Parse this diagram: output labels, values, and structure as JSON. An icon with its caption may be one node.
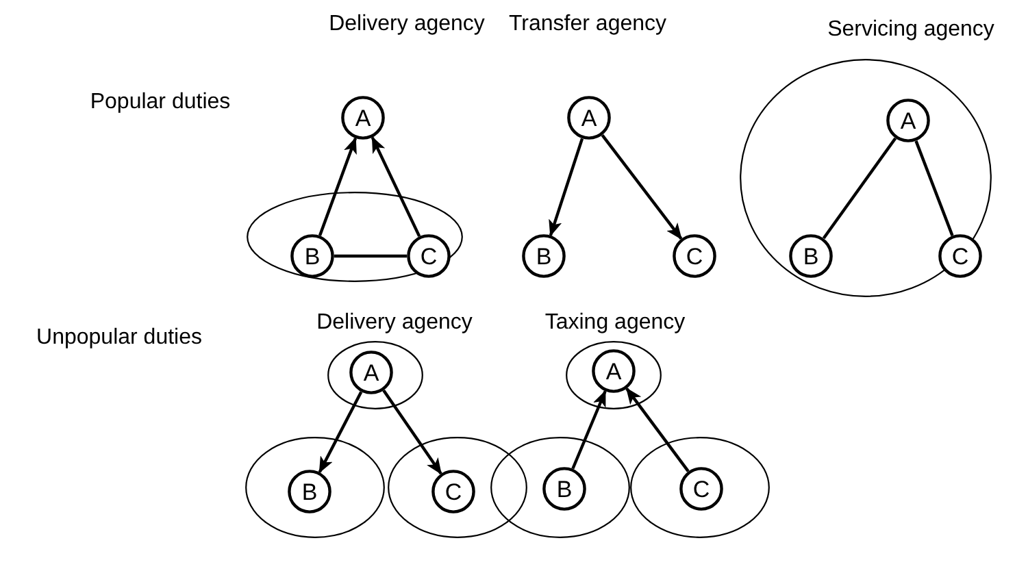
{
  "diagram": {
    "nodes": [
      {
        "text": [
          "A"
        ]
      },
      {
        "text": [],
        "shape": "ellipse"
      },
      {
        "text": [
          "B"
        ],
        "in": 1
      },
      {
        "text": [
          "C"
        ],
        "in": 1
      },
      {
        "text": [
          "A"
        ]
      },
      {
        "text": [
          "B"
        ]
      },
      {
        "text": [
          "C"
        ]
      },
      {
        "text": [],
        "shape": "ellipse"
      },
      {
        "text": [
          "A"
        ],
        "in": 7
      },
      {
        "text": [
          "B"
        ],
        "in": 7
      },
      {
        "text": [
          "C"
        ],
        "in": 7
      },
      {
        "text": [],
        "shape": "ellipse"
      },
      {
        "text": [
          "A"
        ],
        "in": 11
      },
      {
        "text": [],
        "shape": "ellipse"
      },
      {
        "text": [
          "B"
        ],
        "in": 13
      },
      {
        "text": [],
        "shape": "ellipse"
      },
      {
        "text": [
          "C"
        ],
        "in": 15
      },
      {
        "text": [],
        "shape": "ellipse"
      },
      {
        "text": [
          "A"
        ],
        "in": 17
      },
      {
        "text": [],
        "shape": "ellipse"
      },
      {
        "text": [
          "B"
        ],
        "in": 19
      },
      {
        "text": [],
        "shape": "ellipse"
      },
      {
        "text": [
          "C"
        ],
        "in": 21
      }
    ],
    "edges": [
      {
        "from": 2,
        "to": 0,
        "arrow": "to"
      },
      {
        "from": 3,
        "to": 0,
        "arrow": "to"
      },
      {
        "from": 2,
        "to": 3,
        "arrow": "none"
      },
      {
        "from": 4,
        "to": 5,
        "arrow": "to"
      },
      {
        "from": 4,
        "to": 6,
        "arrow": "to"
      },
      {
        "from": 8,
        "to": 9,
        "arrow": "none"
      },
      {
        "from": 8,
        "to": 10,
        "arrow": "none"
      },
      {
        "from": 12,
        "to": 14,
        "arrow": "to"
      },
      {
        "from": 12,
        "to": 16,
        "arrow": "to"
      },
      {
        "from": 20,
        "to": 18,
        "arrow": "to"
      },
      {
        "from": 22,
        "to": 18,
        "arrow": "to"
      }
    ],
    "labels": [
      "Delivery agency",
      "Transfer agency",
      "Servicing agency",
      "Popular duties",
      "Unpopular duties",
      "Delivery agency",
      "Taxing agency"
    ]
  }
}
